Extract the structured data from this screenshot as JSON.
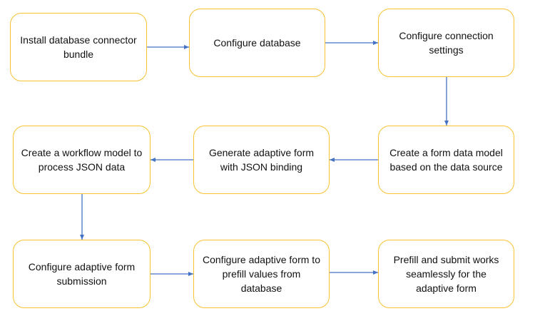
{
  "colors": {
    "box_border": "#f6c231",
    "arrow": "#4472c4",
    "text": "#111111",
    "background": "#ffffff"
  },
  "steps": [
    {
      "id": "s1",
      "label": "Install database connector bundle"
    },
    {
      "id": "s2",
      "label": "Configure database"
    },
    {
      "id": "s3",
      "label": "Configure connection settings"
    },
    {
      "id": "s4",
      "label": "Create a form data model based on the data source"
    },
    {
      "id": "s5",
      "label": "Generate adaptive form with JSON binding"
    },
    {
      "id": "s6",
      "label": "Create a workflow model to process JSON data"
    },
    {
      "id": "s7",
      "label": "Configure adaptive form submission"
    },
    {
      "id": "s8",
      "label": "Configure adaptive form to prefill values from database"
    },
    {
      "id": "s9",
      "label": "Prefill and submit works seamlessly for the adaptive form"
    }
  ],
  "edges": [
    {
      "from": "s1",
      "to": "s2"
    },
    {
      "from": "s2",
      "to": "s3"
    },
    {
      "from": "s3",
      "to": "s4"
    },
    {
      "from": "s4",
      "to": "s5"
    },
    {
      "from": "s5",
      "to": "s6"
    },
    {
      "from": "s6",
      "to": "s7"
    },
    {
      "from": "s7",
      "to": "s8"
    },
    {
      "from": "s8",
      "to": "s9"
    }
  ]
}
